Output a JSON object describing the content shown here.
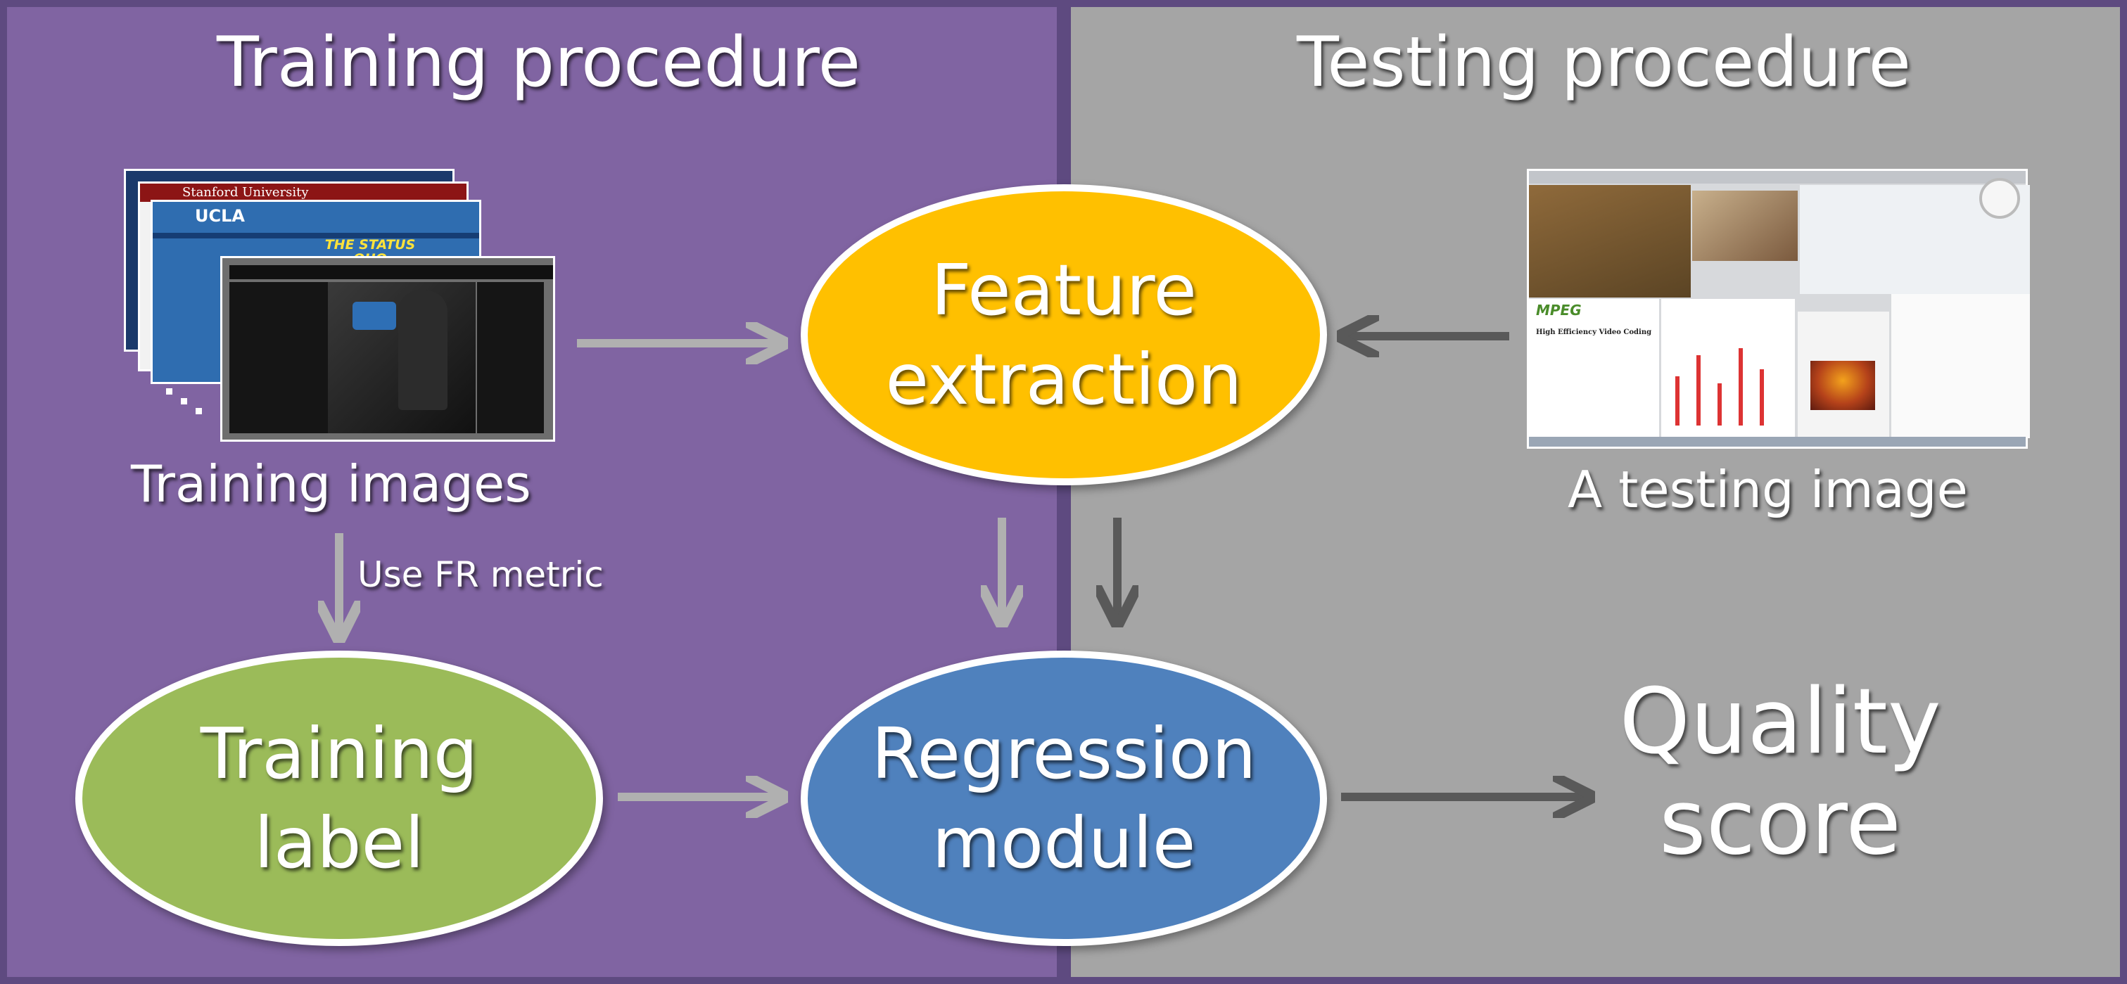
{
  "headings": {
    "training": "Training procedure",
    "testing": "Testing procedure"
  },
  "nodes": {
    "feature_extraction": [
      "Feature",
      "extraction"
    ],
    "regression_module": [
      "Regression",
      "module"
    ],
    "training_label": [
      "Training",
      "label"
    ],
    "quality_score": [
      "Quality",
      "score"
    ]
  },
  "captions": {
    "training_images": "Training images",
    "testing_image": "A testing image",
    "fr_metric": "Use FR metric"
  },
  "thumbnails": {
    "stanford": "Stanford University",
    "ucla": "UCLA",
    "status_quo": "THE STATUS QUO",
    "mpeg_logo": "MPEG",
    "mpeg_heading": "High Efficiency Video Coding"
  },
  "colors": {
    "training_panel": "#8064a2",
    "testing_panel": "#a5a5a5",
    "feature_node": "#ffc000",
    "regression_node": "#4f81bd",
    "label_node": "#9bbb59"
  }
}
